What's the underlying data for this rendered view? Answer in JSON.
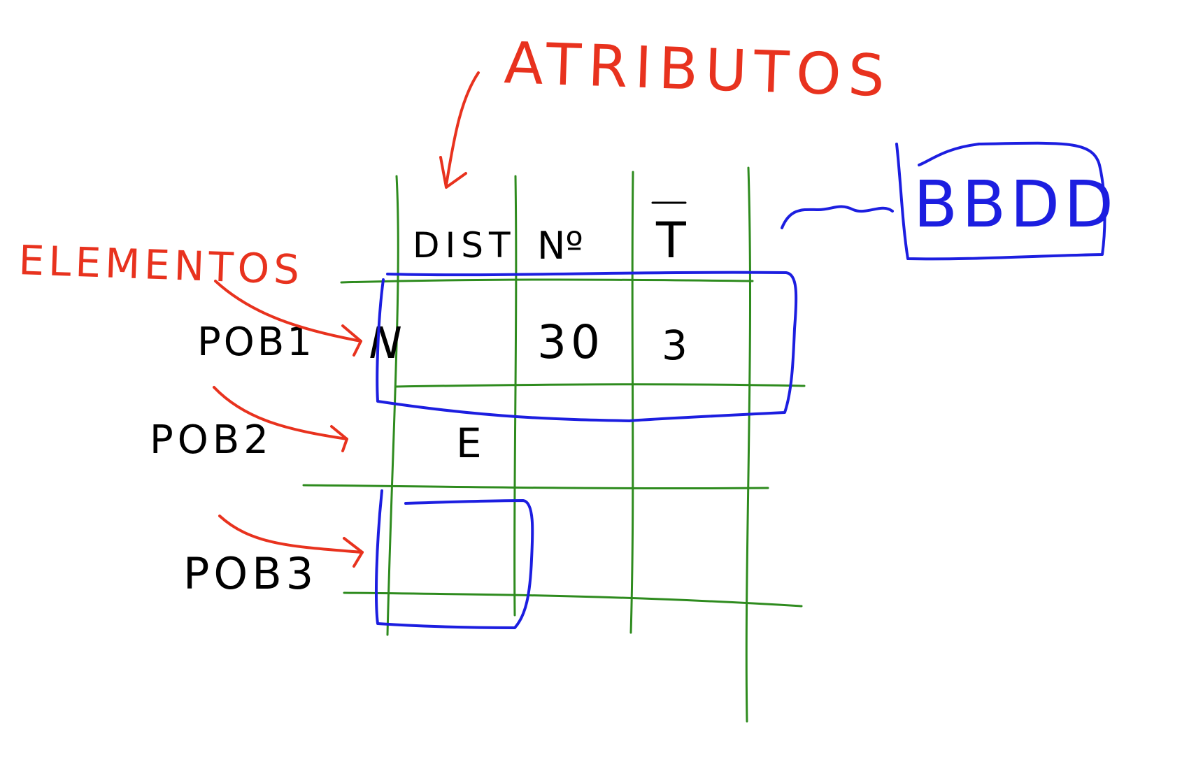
{
  "colors": {
    "annotation": "#e8321e",
    "grid": "#2e8b1e",
    "highlight": "#1c1ee0",
    "ink": "#000000",
    "background": "#ffffff"
  },
  "labels": {
    "atributos": "ATRIBUTOS",
    "elementos": "ELEMENTOS",
    "bbdd": "BBDD"
  },
  "rows": [
    {
      "label": "POB1"
    },
    {
      "label": "POB2"
    },
    {
      "label": "POB3"
    }
  ],
  "table": {
    "headers": [
      "DIST",
      "Nº",
      "T"
    ],
    "cells": [
      [
        "N",
        "30",
        "3"
      ],
      [
        "E",
        "",
        ""
      ],
      [
        "",
        "",
        ""
      ]
    ]
  }
}
